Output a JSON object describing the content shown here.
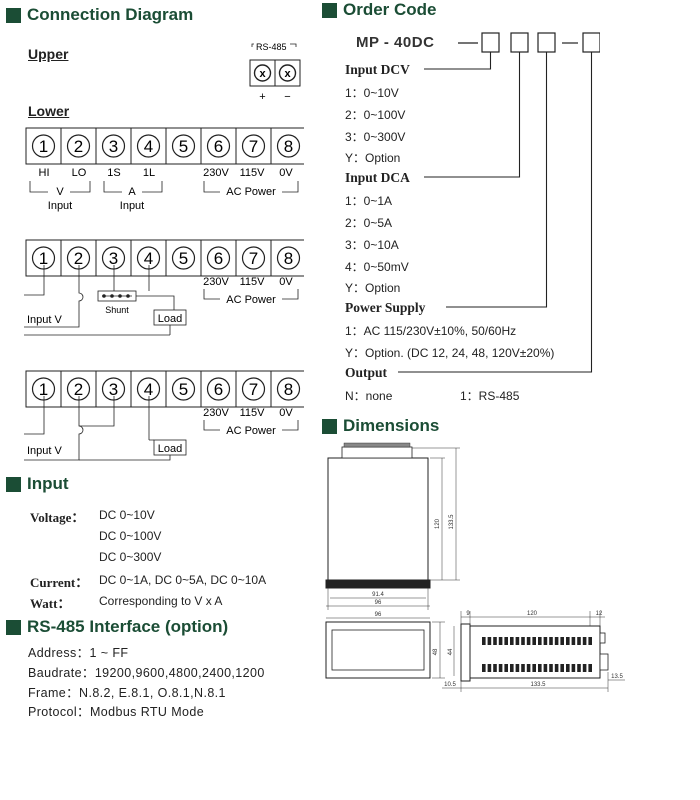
{
  "connection": {
    "title": "Connection Diagram",
    "upper_label": "Upper",
    "lower_label": "Lower",
    "rs485_label": "RS-485",
    "rs485_plus": "+",
    "rs485_minus": "−",
    "terminal_x": "x",
    "terminals": [
      "1",
      "2",
      "3",
      "4",
      "5",
      "6",
      "7",
      "8"
    ],
    "sig_hi": "HI",
    "sig_lo": "LO",
    "sig_1s": "1S",
    "sig_1l": "1L",
    "v_label": "V",
    "a_label": "A",
    "input_label": "Input",
    "v230": "230V",
    "v115": "115V",
    "v0": "0V",
    "ac_power": "AC Power",
    "input_v": "Input V",
    "shunt": "Shunt",
    "load": "Load"
  },
  "input": {
    "title": "Input",
    "voltage_label": "Voltage",
    "voltage_values": [
      "DC 0~10V",
      "DC 0~100V",
      "DC 0~300V"
    ],
    "current_label": "Current",
    "current_value": "DC 0~1A, DC 0~5A, DC 0~10A",
    "watt_label": "Watt",
    "watt_value": "Corresponding to V x A",
    "sep": "："
  },
  "rs485": {
    "title": "RS-485 Interface (option)",
    "address": "Address：1 ~ FF",
    "baudrate": "Baudrate：19200,9600,4800,2400,1200",
    "frame": "Frame：N.8.2, E.8.1, O.8.1,N.8.1",
    "protocol": "Protocol：Modbus RTU Mode"
  },
  "order": {
    "title": "Order Code",
    "model": "MP - 40DC",
    "dash": "—",
    "dcv_title": "Input  DCV",
    "dcv_items": [
      "1：0~10V",
      "2：0~100V",
      "3：0~300V",
      "Y：Option"
    ],
    "dca_title": "Input  DCA",
    "dca_items": [
      "1：0~1A",
      "2：0~5A",
      "3：0~10A",
      "4：0~50mV",
      "Y：Option"
    ],
    "power_title": "Power  Supply",
    "power_items": [
      "1：AC 115/230V±10%, 50/60Hz",
      "Y：Option. (DC 12, 24, 48, 120V±20%)"
    ],
    "output_title": "Output",
    "output_none": "N：none",
    "output_rs485": "1：RS-485"
  },
  "dimensions": {
    "title": "Dimensions",
    "d120": "120",
    "d1335": "133.5",
    "d914": "91.4",
    "d96": "96",
    "d48": "48",
    "d44": "44",
    "d9": "9",
    "d12": "12",
    "d105": "10.5",
    "d135": "13.5"
  }
}
